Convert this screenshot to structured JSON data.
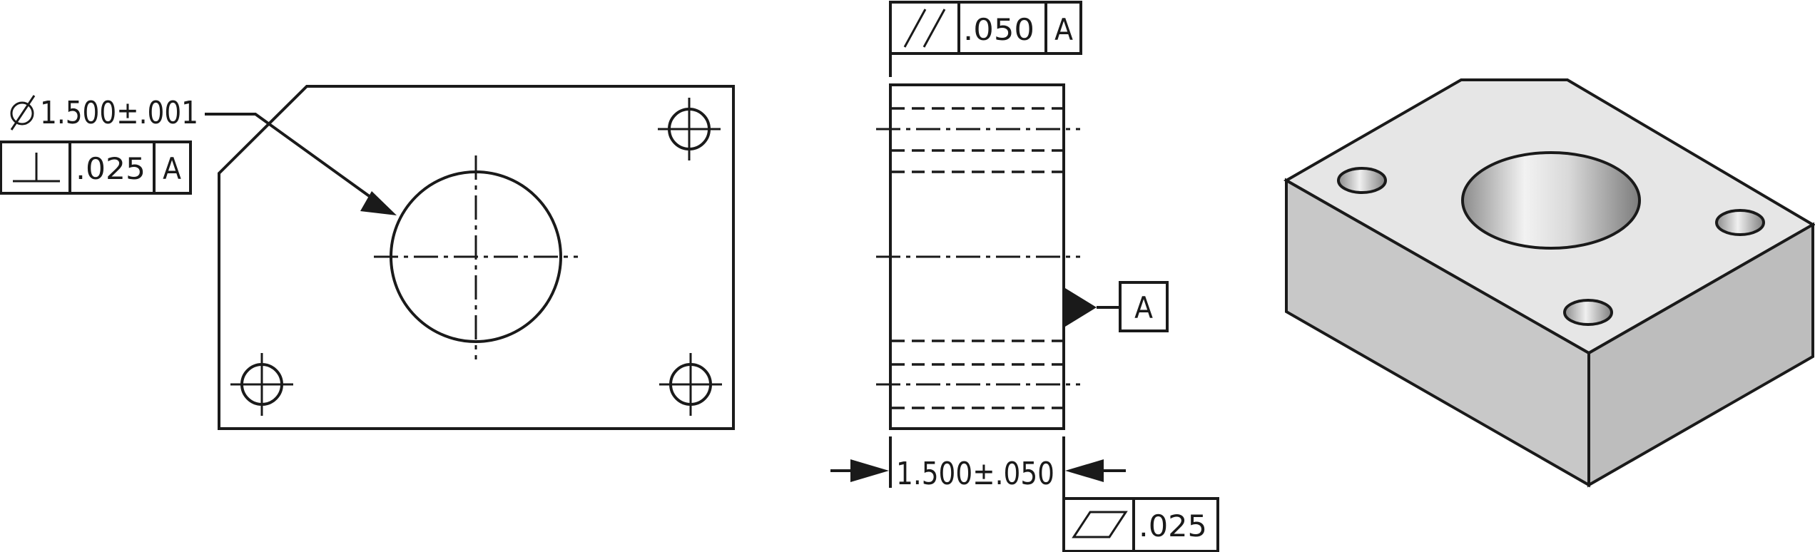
{
  "front_view": {
    "hole_size": "1.500±.001",
    "perpendicularity": {
      "tolerance": ".025",
      "datum": "A"
    }
  },
  "side_view": {
    "parallelism": {
      "tolerance": ".050",
      "datum": "A"
    },
    "datum_label": "A",
    "thickness": "1.500±.050",
    "flatness": {
      "tolerance": ".025"
    }
  },
  "icons": {
    "diameter": "diameter-symbol-icon",
    "perpendicularity": "perpendicularity-symbol-icon",
    "parallelism": "parallelism-symbol-icon",
    "flatness": "flatness-symbol-icon",
    "datum_triangle": "datum-triangle-icon"
  },
  "colors": {
    "line": "#1a1a1a",
    "top_face": "#e6e6e6",
    "left_face": "#c8c8c8",
    "right_face": "#bdbdbd",
    "bore": "#9a9a9a"
  }
}
